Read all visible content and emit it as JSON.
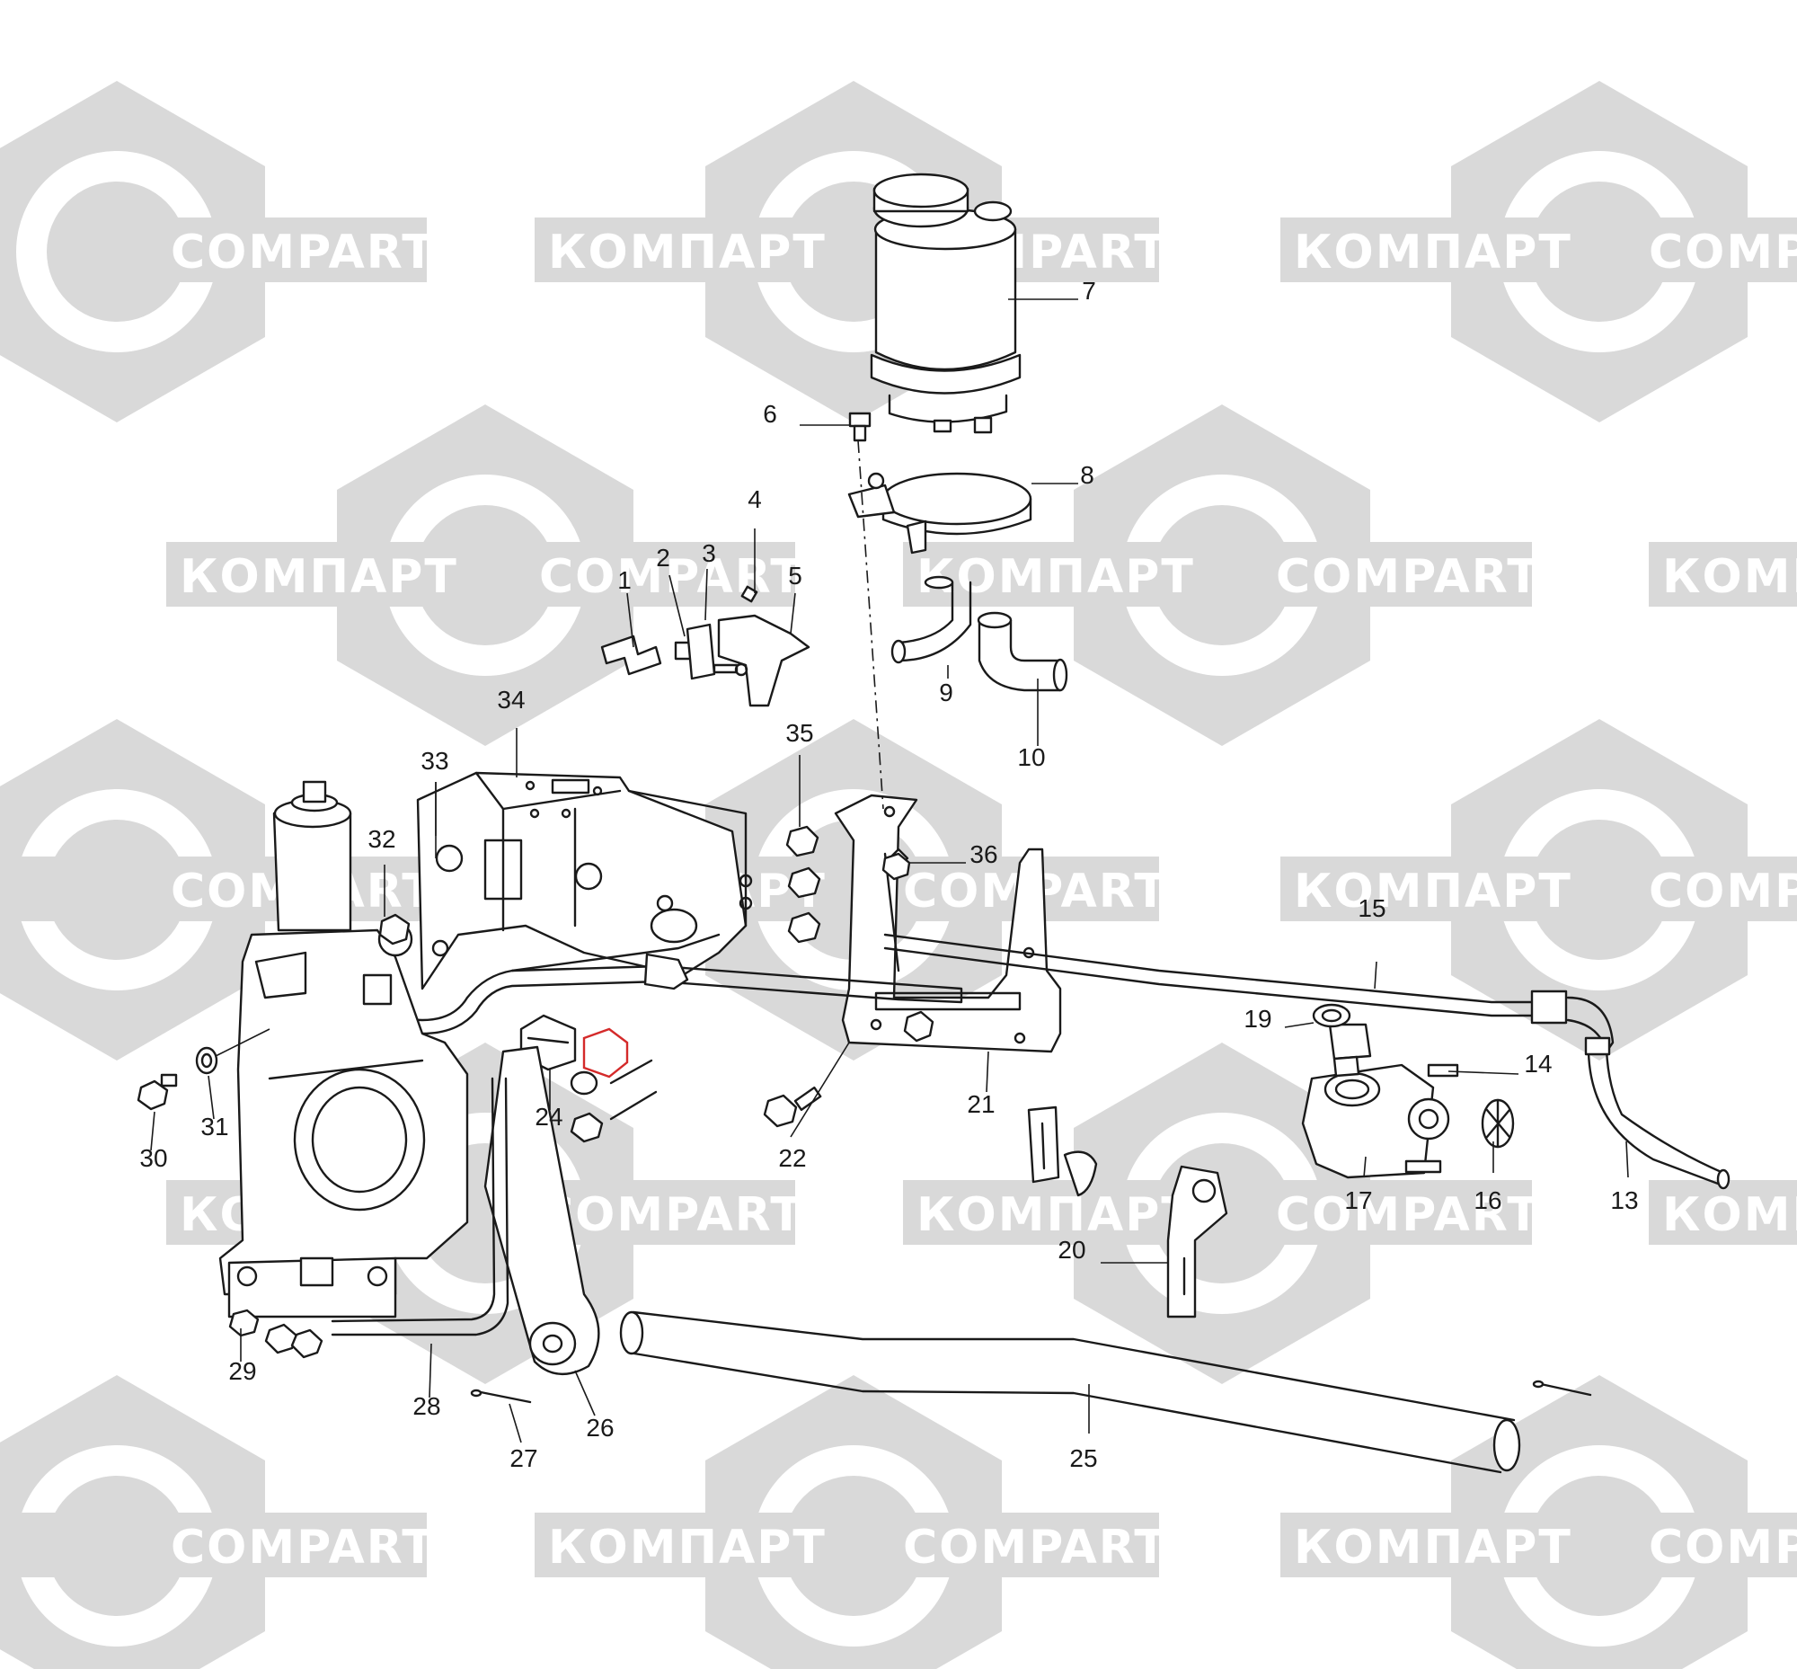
{
  "watermark": {
    "text_latin": "COMPART",
    "text_cyrillic": "КОМПАРТ",
    "color": "#d9d9d9"
  },
  "highlight_color": "#d42a2a",
  "callouts": [
    {
      "id": "1",
      "label": "1"
    },
    {
      "id": "2",
      "label": "2"
    },
    {
      "id": "3",
      "label": "3"
    },
    {
      "id": "4",
      "label": "4"
    },
    {
      "id": "5",
      "label": "5"
    },
    {
      "id": "6",
      "label": "6"
    },
    {
      "id": "7",
      "label": "7"
    },
    {
      "id": "8",
      "label": "8"
    },
    {
      "id": "9",
      "label": "9"
    },
    {
      "id": "10",
      "label": "10"
    },
    {
      "id": "13",
      "label": "13"
    },
    {
      "id": "14",
      "label": "14"
    },
    {
      "id": "15",
      "label": "15"
    },
    {
      "id": "16",
      "label": "16"
    },
    {
      "id": "17",
      "label": "17"
    },
    {
      "id": "19",
      "label": "19"
    },
    {
      "id": "20",
      "label": "20"
    },
    {
      "id": "21",
      "label": "21"
    },
    {
      "id": "22",
      "label": "22"
    },
    {
      "id": "24",
      "label": "24"
    },
    {
      "id": "25",
      "label": "25"
    },
    {
      "id": "26",
      "label": "26"
    },
    {
      "id": "27",
      "label": "27"
    },
    {
      "id": "28",
      "label": "28"
    },
    {
      "id": "29",
      "label": "29"
    },
    {
      "id": "30",
      "label": "30"
    },
    {
      "id": "31",
      "label": "31"
    },
    {
      "id": "32",
      "label": "32"
    },
    {
      "id": "33",
      "label": "33"
    },
    {
      "id": "34",
      "label": "34"
    },
    {
      "id": "35",
      "label": "35"
    },
    {
      "id": "36",
      "label": "36"
    }
  ]
}
